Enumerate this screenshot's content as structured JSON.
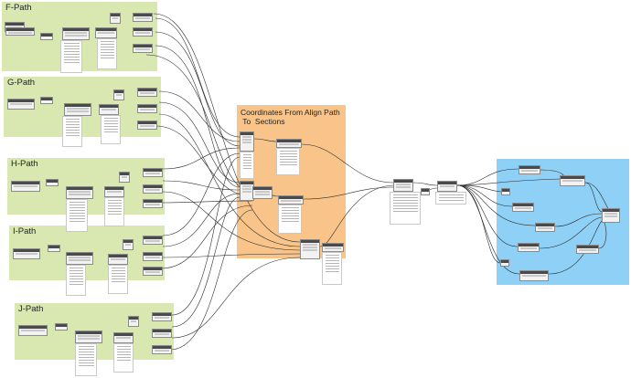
{
  "groups": {
    "f_path": "F-Path",
    "g_path": "G-Path",
    "h_path": "H-Path",
    "i_path": "I-Path",
    "j_path": "J-Path",
    "coordinates": "Coordinates From Align Path\n To  Sections"
  },
  "colors": {
    "path_group": "#d8e8b0",
    "coordinates_group": "#f9c48a",
    "output_group": "#8fd0f6",
    "node_header": "#4a4a4a",
    "wire": "#2a2a2a"
  }
}
